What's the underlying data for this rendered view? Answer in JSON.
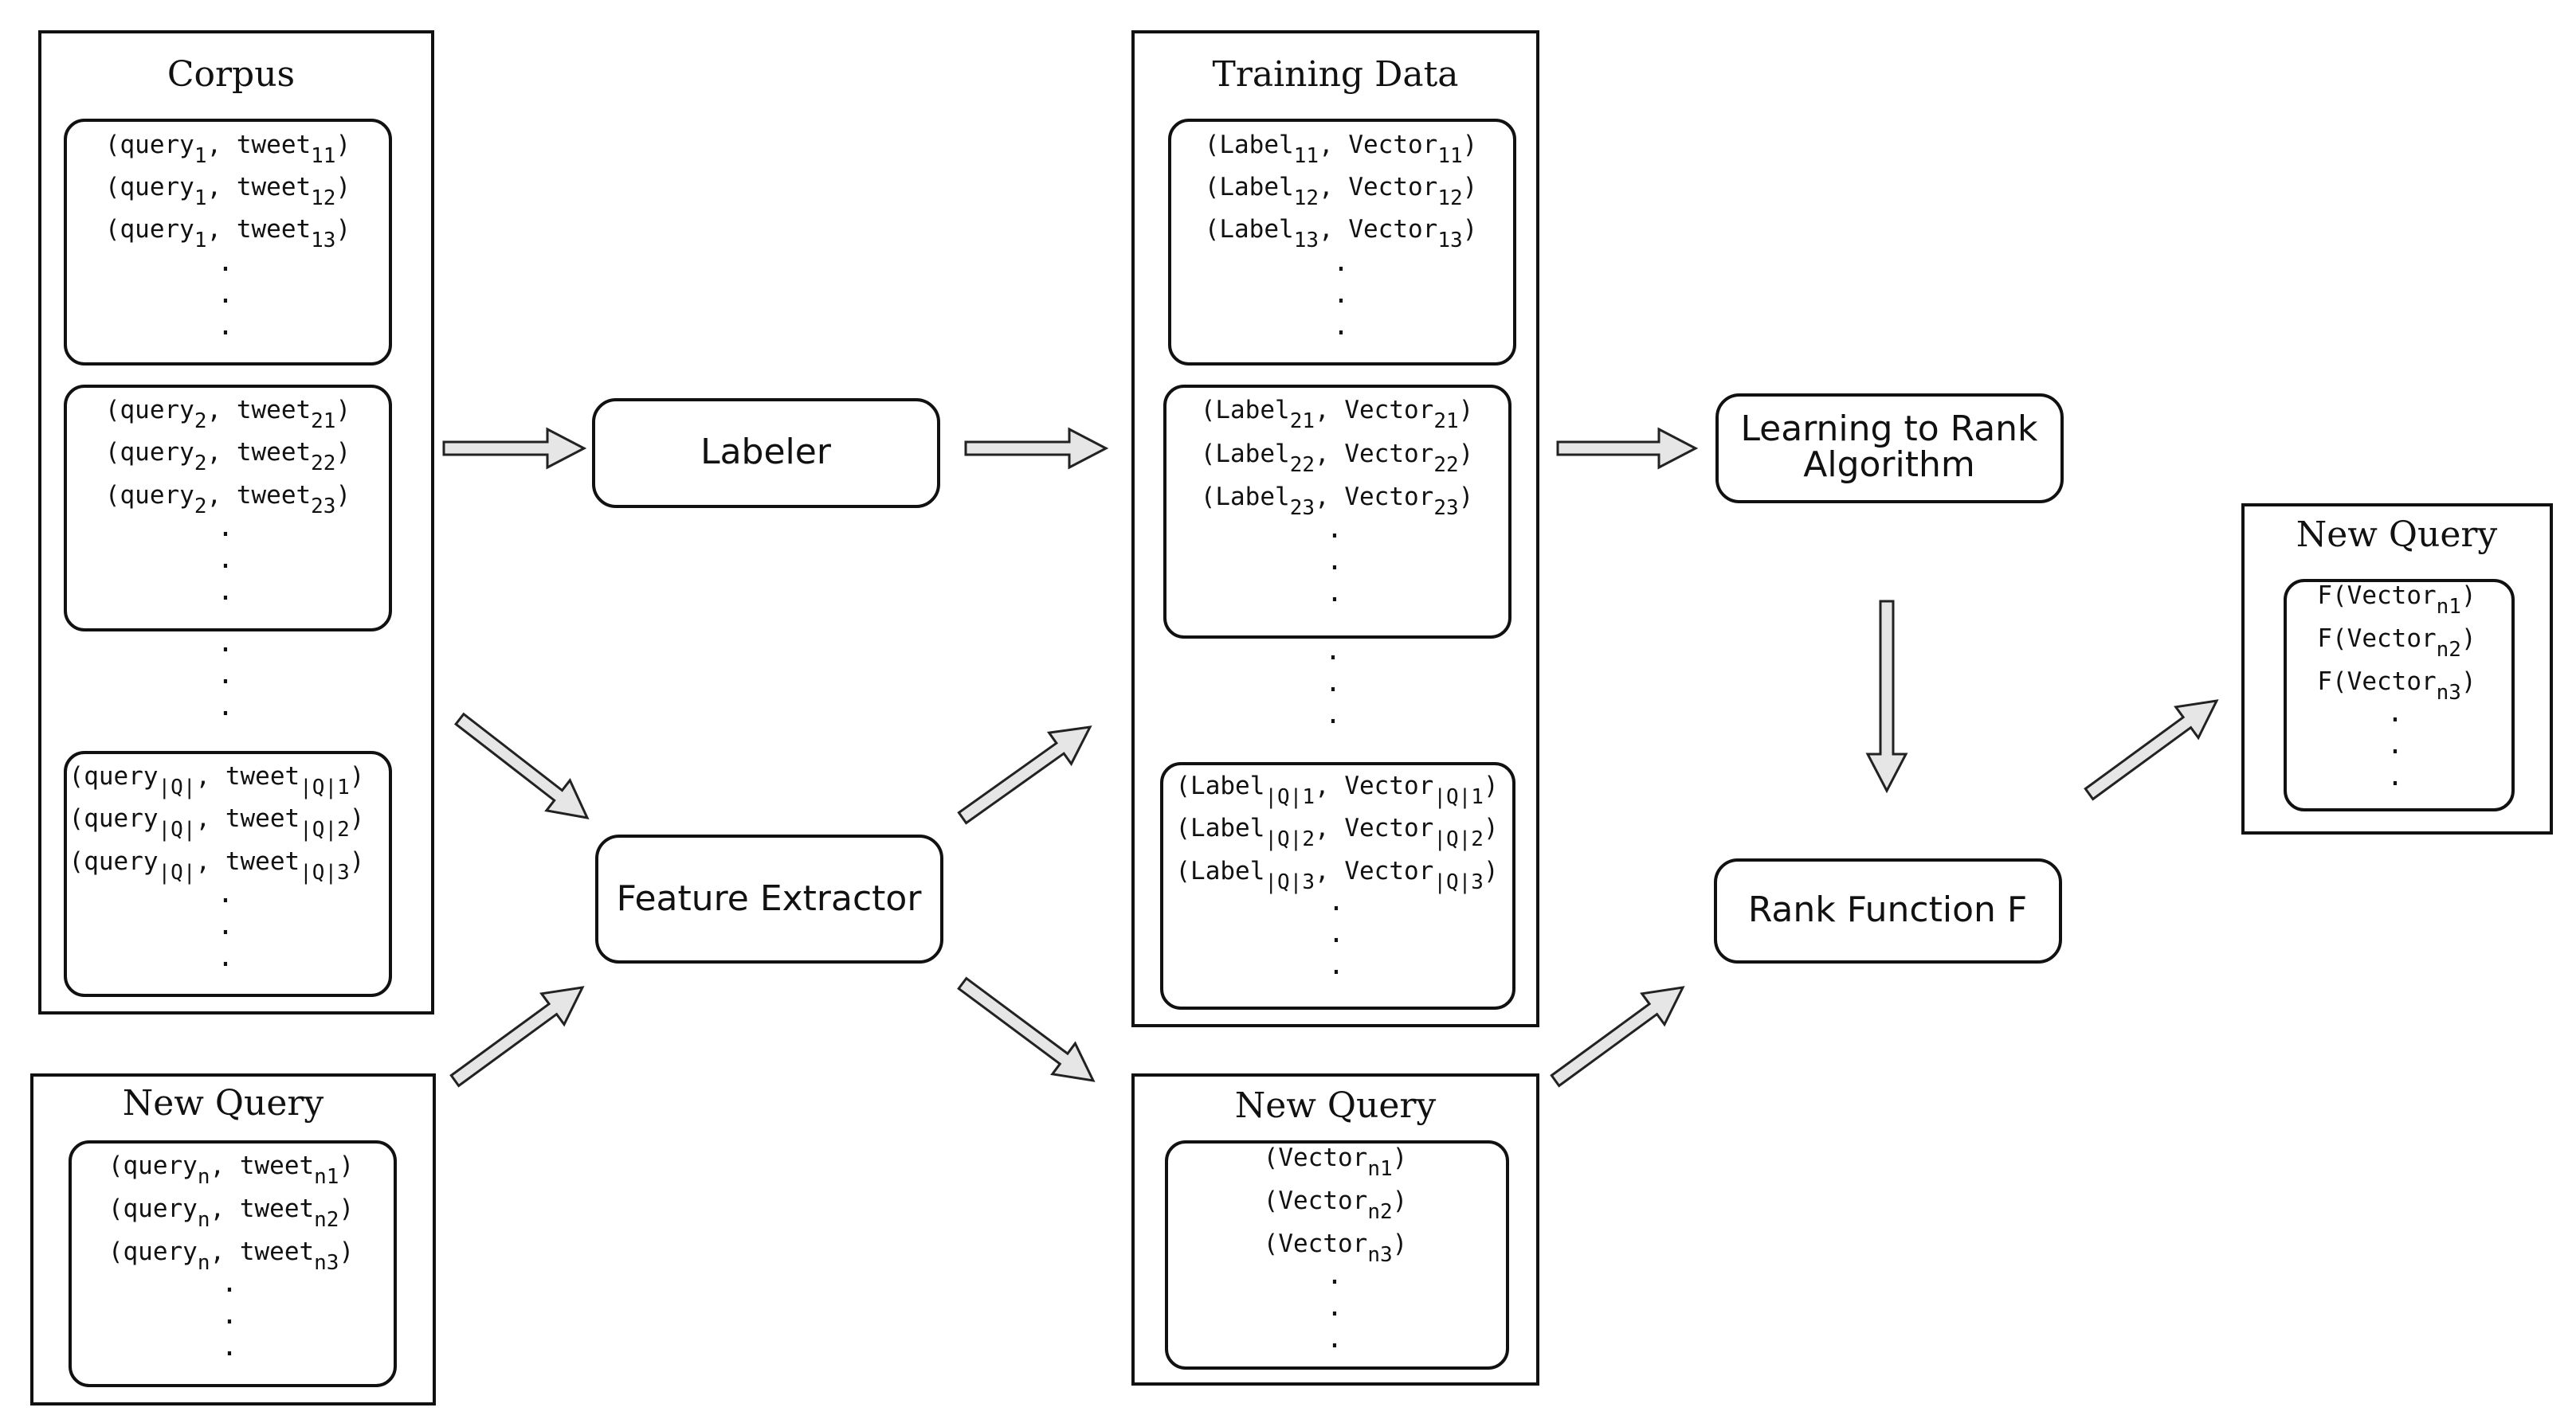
{
  "corpus": {
    "title": "Corpus",
    "groups": [
      {
        "rows": [
          {
            "a": "query",
            "as": "1",
            "b": "tweet",
            "bs": "11"
          },
          {
            "a": "query",
            "as": "1",
            "b": "tweet",
            "bs": "12"
          },
          {
            "a": "query",
            "as": "1",
            "b": "tweet",
            "bs": "13"
          }
        ]
      },
      {
        "rows": [
          {
            "a": "query",
            "as": "2",
            "b": "tweet",
            "bs": "21"
          },
          {
            "a": "query",
            "as": "2",
            "b": "tweet",
            "bs": "22"
          },
          {
            "a": "query",
            "as": "2",
            "b": "tweet",
            "bs": "23"
          }
        ]
      },
      {
        "rows": [
          {
            "a": "query",
            "as": "|Q|",
            "b": "tweet",
            "bs": "|Q|1"
          },
          {
            "a": "query",
            "as": "|Q|",
            "b": "tweet",
            "bs": "|Q|2"
          },
          {
            "a": "query",
            "as": "|Q|",
            "b": "tweet",
            "bs": "|Q|3"
          }
        ]
      }
    ]
  },
  "new_query_left": {
    "title": "New Query",
    "rows": [
      {
        "a": "query",
        "as": "n",
        "b": "tweet",
        "bs": "n1"
      },
      {
        "a": "query",
        "as": "n",
        "b": "tweet",
        "bs": "n2"
      },
      {
        "a": "query",
        "as": "n",
        "b": "tweet",
        "bs": "n3"
      }
    ]
  },
  "labeler": {
    "label": "Labeler"
  },
  "feature_extractor": {
    "label": "Feature Extractor"
  },
  "training_data": {
    "title": "Training Data",
    "groups": [
      {
        "rows": [
          {
            "a": "Label",
            "as": "11",
            "b": "Vector",
            "bs": "11"
          },
          {
            "a": "Label",
            "as": "12",
            "b": "Vector",
            "bs": "12"
          },
          {
            "a": "Label",
            "as": "13",
            "b": "Vector",
            "bs": "13"
          }
        ]
      },
      {
        "rows": [
          {
            "a": "Label",
            "as": "21",
            "b": "Vector",
            "bs": "21"
          },
          {
            "a": "Label",
            "as": "22",
            "b": "Vector",
            "bs": "22"
          },
          {
            "a": "Label",
            "as": "23",
            "b": "Vector",
            "bs": "23"
          }
        ]
      },
      {
        "rows": [
          {
            "a": "Label",
            "as": "|Q|1",
            "b": "Vector",
            "bs": "|Q|1"
          },
          {
            "a": "Label",
            "as": "|Q|2",
            "b": "Vector",
            "bs": "|Q|2"
          },
          {
            "a": "Label",
            "as": "|Q|3",
            "b": "Vector",
            "bs": "|Q|3"
          }
        ]
      }
    ]
  },
  "new_query_mid": {
    "title": "New Query",
    "rows": [
      {
        "a": "Vector",
        "as": "n1"
      },
      {
        "a": "Vector",
        "as": "n2"
      },
      {
        "a": "Vector",
        "as": "n3"
      }
    ]
  },
  "learning_to_rank": {
    "line1": "Learning to Rank",
    "line2": "Algorithm"
  },
  "rank_function": {
    "label": "Rank Function F"
  },
  "new_query_right": {
    "title": "New Query",
    "rows": [
      {
        "pre": "F(",
        "a": "Vector",
        "as": "n1"
      },
      {
        "pre": "F(",
        "a": "Vector",
        "as": "n2"
      },
      {
        "pre": "F(",
        "a": "Vector",
        "as": "n3"
      }
    ]
  },
  "dots": "."
}
